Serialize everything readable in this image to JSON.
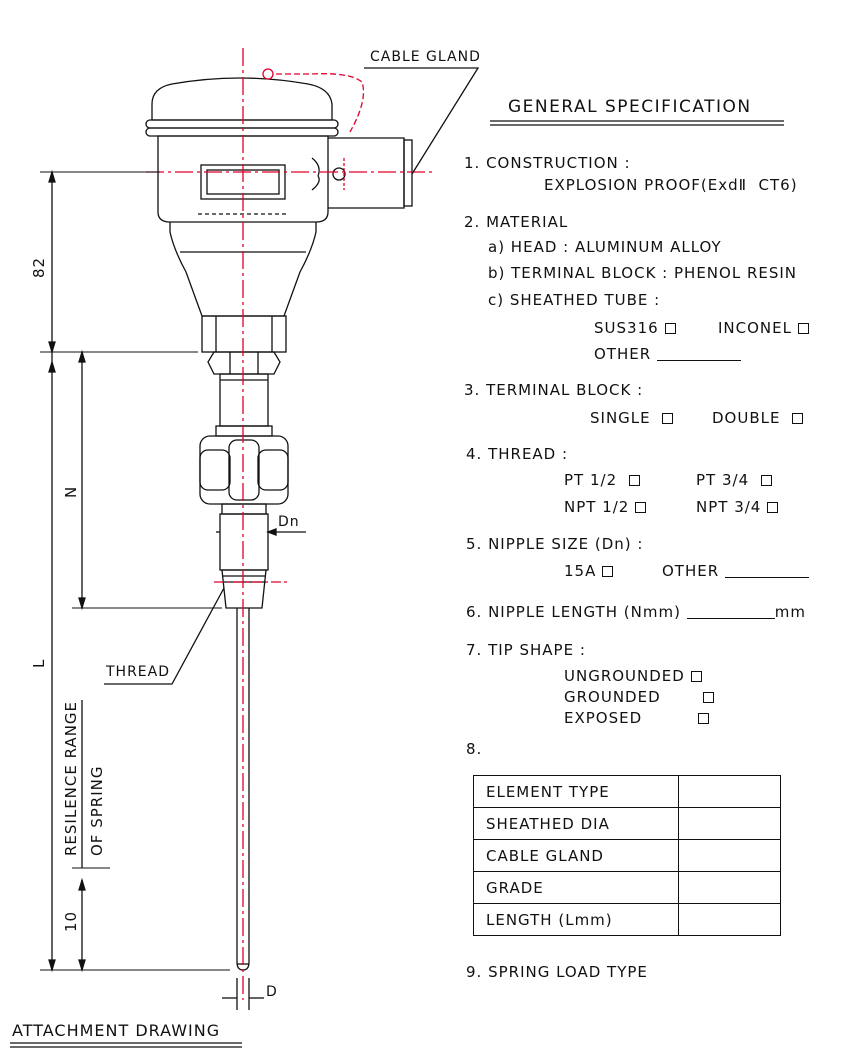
{
  "drawing": {
    "cable_gland_label": "CABLE GLAND",
    "thread_label": "THREAD",
    "dn_label": "Dn",
    "d_label": "D",
    "dim_82": "82",
    "dim_n": "N",
    "dim_l": "L",
    "dim_10": "10",
    "resilience_line1": "RESILENCE RANGE",
    "resilience_line2": "OF SPRING",
    "attachment_title": "ATTACHMENT DRAWING"
  },
  "spec": {
    "title": "GENERAL SPECIFICATION",
    "construction": {
      "heading": "1. CONSTRUCTION :",
      "value": "EXPLOSION PROOF(ExdⅡ  CT6)"
    },
    "material": {
      "heading": "2. MATERIAL",
      "head": "a) HEAD : ALUMINUM ALLOY",
      "terminal": "b) TERMINAL BLOCK : PHENOL RESIN",
      "sheathed": "c) SHEATHED TUBE :",
      "opt_sus": "SUS316",
      "opt_inconel": "INCONEL",
      "opt_other": "OTHER"
    },
    "terminal_block": {
      "heading": "3. TERMINAL BLOCK :",
      "single": "SINGLE",
      "double": "DOUBLE"
    },
    "thread": {
      "heading": "4. THREAD :",
      "pt12": "PT 1/2",
      "pt34": "PT 3/4",
      "npt12": "NPT 1/2",
      "npt34": "NPT 3/4"
    },
    "nipple_size": {
      "heading": "5. NIPPLE SIZE (Dn) :",
      "opt_15a": "15A",
      "opt_other": "OTHER"
    },
    "nipple_length": {
      "heading": "6. NIPPLE LENGTH (Nmm)",
      "unit": "mm"
    },
    "tip_shape": {
      "heading": "7. TIP SHAPE :",
      "ungrounded": "UNGROUNDED",
      "grounded": "GROUNDED",
      "exposed": "EXPOSED"
    },
    "item8": "8.",
    "table": [
      {
        "label": "ELEMENT TYPE",
        "value": ""
      },
      {
        "label": "SHEATHED DIA",
        "value": ""
      },
      {
        "label": "CABLE GLAND",
        "value": ""
      },
      {
        "label": "GRADE",
        "value": ""
      },
      {
        "label": "LENGTH  (Lmm)",
        "value": ""
      }
    ],
    "item9": "9. SPRING LOAD TYPE"
  },
  "colors": {
    "line": "#111111",
    "centerline": "#e0002a"
  }
}
